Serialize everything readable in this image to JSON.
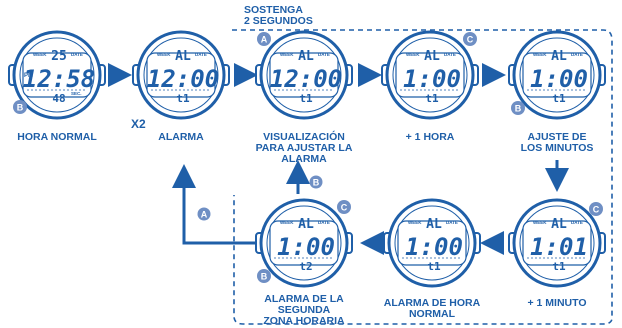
{
  "header": {
    "line1": "SOSTENGA",
    "line2": "2 SEGUNDOS"
  },
  "x2_label": "X2",
  "colors": {
    "blue": "#1f5fa8",
    "btn": "#6f8fc4",
    "lcd_bg": "#ffffff"
  },
  "watches": [
    {
      "id": "hora-normal",
      "label": [
        "HORA NORMAL"
      ],
      "top": "25",
      "topsub": "DATE",
      "main": "12:58",
      "bottom": "48",
      "week": "WEEK",
      "pm": "PM",
      "sec": "SEC.",
      "buttons": [
        "B"
      ]
    },
    {
      "id": "alarma",
      "label": [
        "ALARMA"
      ],
      "top": "AL",
      "topsub": "DATE",
      "main": "12:00",
      "bottom": "t1",
      "week": "WEEK",
      "buttons": []
    },
    {
      "id": "visualizacion",
      "label": [
        "VISUALIZACIÓN",
        "PARA AJUSTAR LA",
        "ALARMA"
      ],
      "top": "AL",
      "topsub": "DATE",
      "main": "12:00",
      "bottom": "t1",
      "week": "WEEK",
      "buttons": [
        "A"
      ]
    },
    {
      "id": "mas-hora",
      "label": [
        "+ 1 HORA"
      ],
      "top": "AL",
      "topsub": "DATE",
      "main": "1:00",
      "bottom": "t1",
      "week": "WEEK",
      "buttons": [
        "C"
      ]
    },
    {
      "id": "ajuste-minutos",
      "label": [
        "AJUSTE DE",
        "LOS MINUTOS"
      ],
      "top": "AL",
      "topsub": "DATE",
      "main": "1:00",
      "bottom": "t1",
      "week": "WEEK",
      "buttons": [
        "B"
      ]
    },
    {
      "id": "mas-minuto",
      "label": [
        "+ 1 MINUTO"
      ],
      "top": "AL",
      "topsub": "DATE",
      "main": "1:01",
      "bottom": "t1",
      "week": "WEEK",
      "buttons": [
        "C"
      ]
    },
    {
      "id": "alarma-hora-normal",
      "label": [
        "ALARMA DE HORA",
        "NORMAL"
      ],
      "top": "AL",
      "topsub": "DATE",
      "main": "1:00",
      "bottom": "t1",
      "week": "WEEK",
      "buttons": []
    },
    {
      "id": "segunda-zona",
      "label": [
        "ALARMA DE LA",
        "SEGUNDA",
        "ZONA HORARIA"
      ],
      "top": "AL",
      "topsub": "DATE",
      "main": "1:00",
      "bottom": "t2",
      "week": "WEEK",
      "buttons": [
        "C",
        "B"
      ]
    }
  ],
  "arrow_buttons": [
    "B",
    "A"
  ]
}
